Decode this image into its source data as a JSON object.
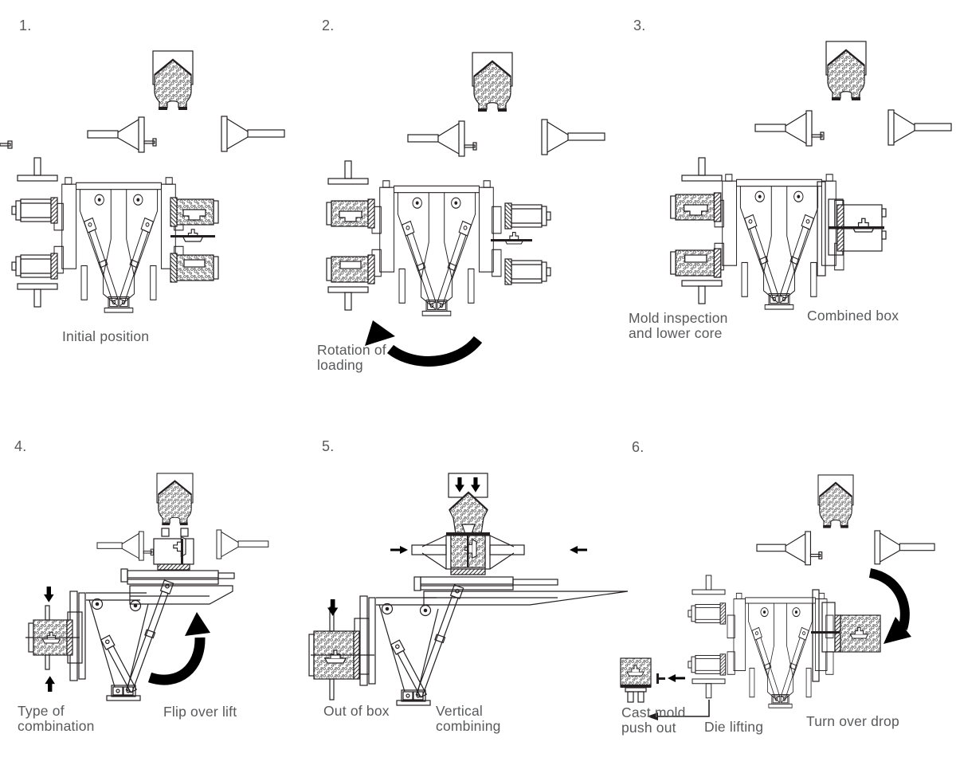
{
  "colors": {
    "line": "#231f20",
    "text": "#58595b",
    "arrow": "#000000",
    "background": "#ffffff"
  },
  "panels": [
    {
      "number": "1.",
      "captions": [
        {
          "text": "Initial position"
        }
      ]
    },
    {
      "number": "2.",
      "captions": [
        {
          "text": "Rotation of"
        },
        {
          "text": "loading"
        }
      ]
    },
    {
      "number": "3.",
      "captions": [
        {
          "text": "Mold inspection"
        },
        {
          "text": "and lower core"
        },
        {
          "text": "Combined box"
        }
      ]
    },
    {
      "number": "4.",
      "captions": [
        {
          "text": "Type of"
        },
        {
          "text": "combination"
        },
        {
          "text": "Flip over lift"
        }
      ]
    },
    {
      "number": "5.",
      "captions": [
        {
          "text": "Out of box"
        },
        {
          "text": "Vertical"
        },
        {
          "text": "combining"
        }
      ]
    },
    {
      "number": "6.",
      "captions": [
        {
          "text": "Cast mold"
        },
        {
          "text": "push out"
        },
        {
          "text": "Die lifting"
        },
        {
          "text": "Turn over drop"
        }
      ]
    }
  ]
}
